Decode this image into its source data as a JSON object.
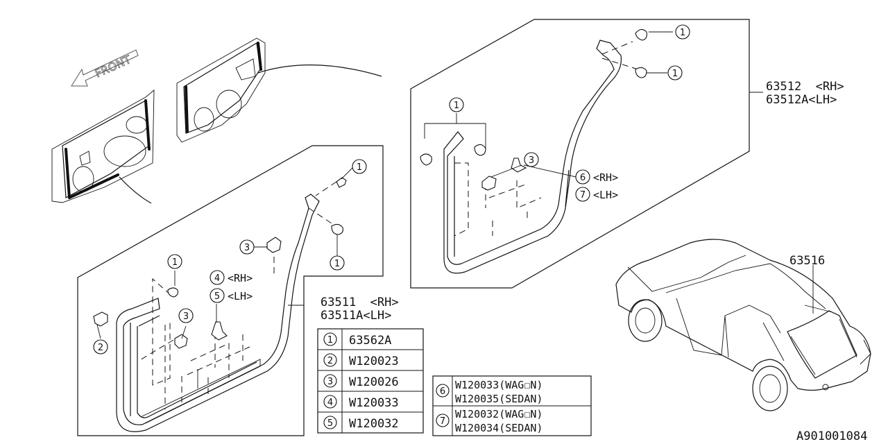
{
  "front_label": "FRONT",
  "callouts": {
    "c1": "1",
    "c2": "2",
    "c3": "3",
    "c4": "4",
    "c5": "5",
    "c6": "6",
    "c7": "7"
  },
  "front_weatherstrip": {
    "part_rh": "63511  <RH>",
    "part_lh": "63511A<LH>",
    "c4_label": "<RH>",
    "c5_label": "<LH>"
  },
  "rear_weatherstrip": {
    "part_rh": "63512  <RH>",
    "part_lh": "63512A<LH>",
    "c6_label": "<RH>",
    "c7_label": "<LH>"
  },
  "tailgate_weatherstrip": {
    "part": "63516"
  },
  "parts_table": [
    {
      "num": "1",
      "code": "63562A"
    },
    {
      "num": "2",
      "code": "W120023"
    },
    {
      "num": "3",
      "code": "W120026"
    },
    {
      "num": "4",
      "code": "W120033"
    },
    {
      "num": "5",
      "code": "W120032"
    }
  ],
  "parts_table_2": [
    {
      "num": "6",
      "line1": "W120033(WAG☐N)",
      "line2": "W120035(SEDAN)"
    },
    {
      "num": "7",
      "line1": "W120032(WAG☐N)",
      "line2": "W120034(SEDAN)"
    }
  ],
  "diagram_code": "A901001084"
}
